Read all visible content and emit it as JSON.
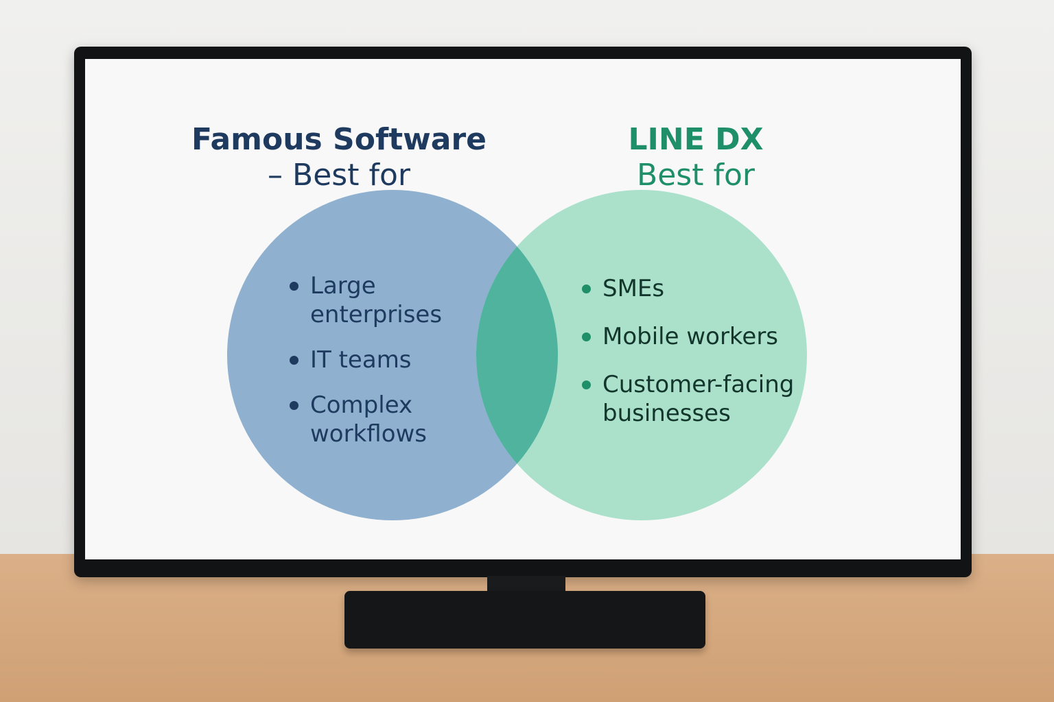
{
  "diagram": {
    "left_set": {
      "title": "Famous Software",
      "subtitle": "– Best for",
      "items": [
        "Large enterprises",
        "IT teams",
        "Complex workflows"
      ],
      "color": "#86a9cb"
    },
    "right_set": {
      "title": "LINE DX",
      "subtitle": "Best for",
      "items": [
        "SMEs",
        "Mobile workers",
        "Customer-facing businesses"
      ],
      "color": "#a6dfc8"
    },
    "overlap_color": "#4fb39d"
  }
}
